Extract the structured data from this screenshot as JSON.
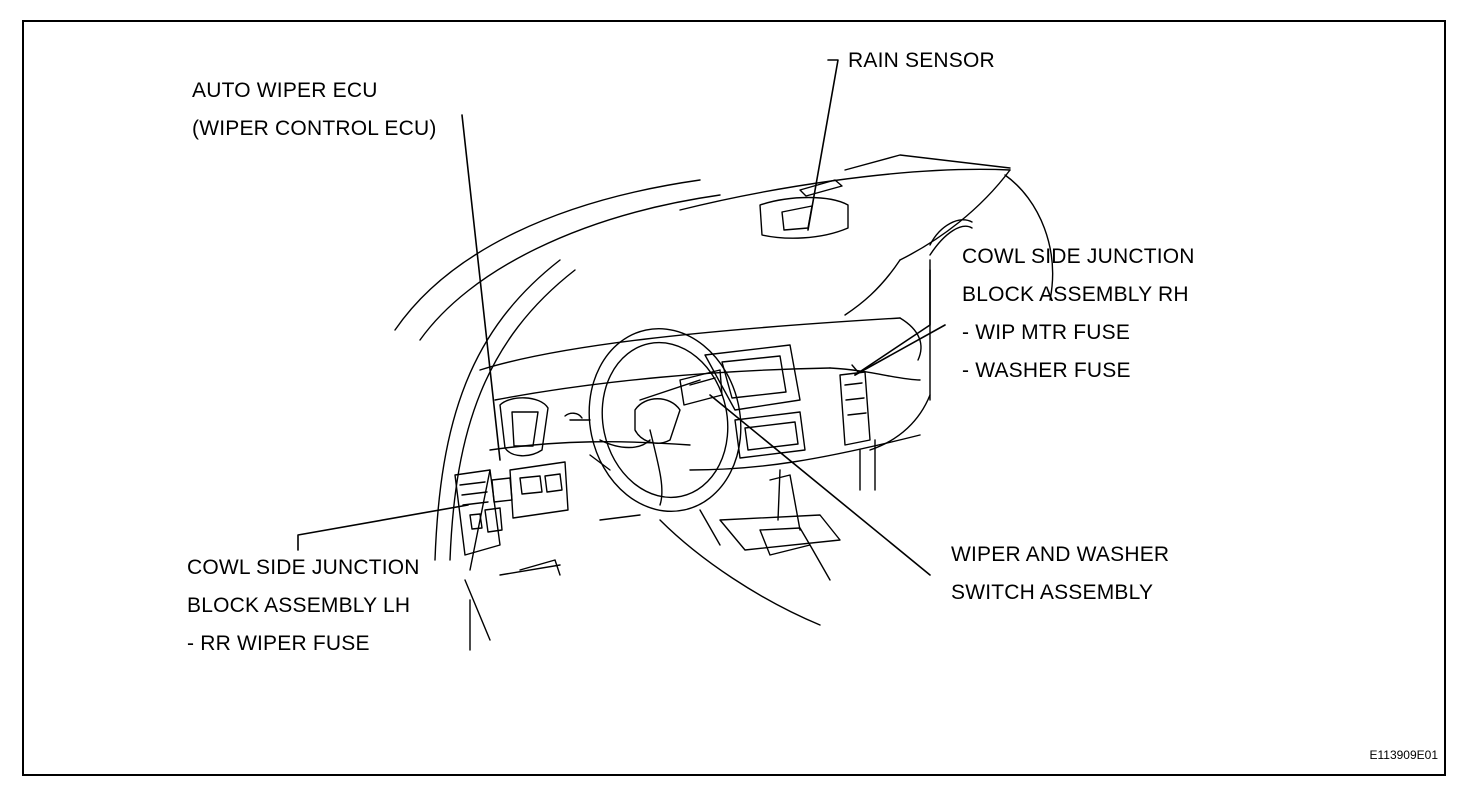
{
  "labels": {
    "rain_sensor": "RAIN SENSOR",
    "auto_wiper_ecu": [
      "AUTO WIPER ECU",
      "(WIPER CONTROL ECU)"
    ],
    "cowl_rh": [
      "COWL SIDE JUNCTION",
      "BLOCK ASSEMBLY RH",
      "- WIP MTR FUSE",
      "- WASHER FUSE"
    ],
    "cowl_lh": [
      "COWL SIDE JUNCTION",
      "BLOCK ASSEMBLY LH",
      "- RR WIPER FUSE"
    ],
    "wiper_switch": [
      "WIPER AND WASHER",
      "SWITCH ASSEMBLY"
    ]
  },
  "figure_code": "E113909E01"
}
